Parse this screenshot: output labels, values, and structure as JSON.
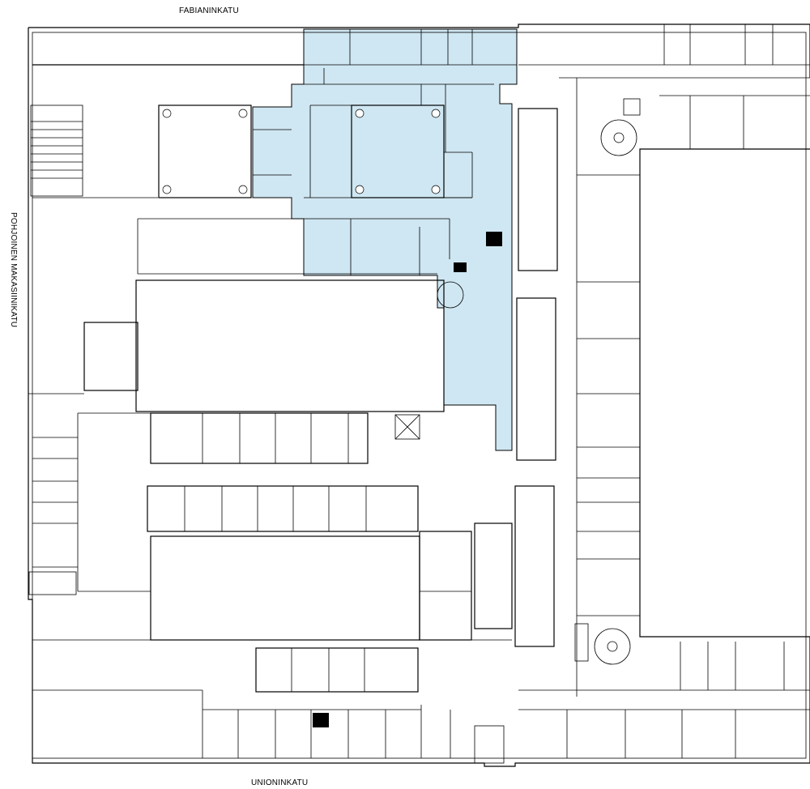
{
  "streets": {
    "north": "FABIANINKATU",
    "west": "POHJOINEN MAKASIINIKATU",
    "south": "UNIONINKATU"
  },
  "colors": {
    "highlight": "#cfe7f2",
    "walls": "#000000",
    "background": "#ffffff"
  },
  "icons": [
    "spiral-stair-icon",
    "stairwell-icon",
    "shaft-icon",
    "door-icon",
    "column-icon"
  ]
}
